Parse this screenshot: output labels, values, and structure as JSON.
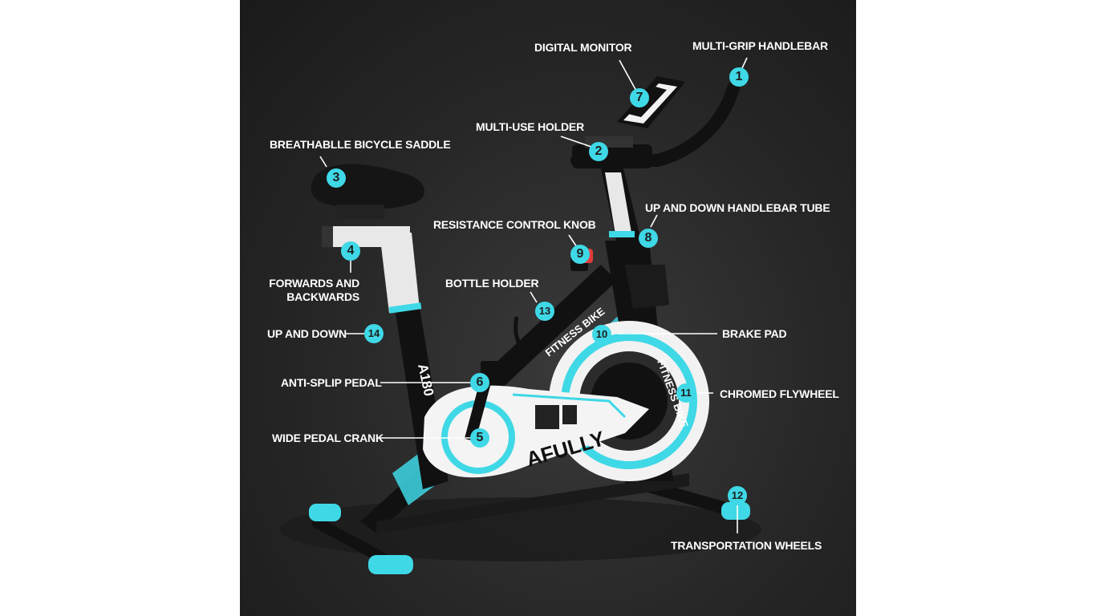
{
  "labels": {
    "digital_monitor": "DIGITAL MONITOR",
    "multi_grip_handlebar": "MULTI-GRIP HANDLEBAR",
    "multi_use_holder": "MULTI-USE HOLDER",
    "saddle": "BREATHABLLE BICYCLE SADDLE",
    "handlebar_tube": "UP AND DOWN HANDLEBAR TUBE",
    "resistance_knob": "RESISTANCE CONTROL KNOB",
    "forwards_line1": "FORWARDS AND",
    "forwards_line2": "BACKWARDS",
    "bottle_holder": "BOTTLE HOLDER",
    "up_and_down": "UP AND DOWN",
    "brake_pad": "BRAKE PAD",
    "anti_slip_pedal": "ANTI-SPLIP PEDAL",
    "chromed_flywheel": "CHROMED FLYWHEEL",
    "wide_pedal_crank": "WIDE PEDAL CRANK",
    "transportation_wheels": "TRANSPORTATION WHEELS"
  },
  "badges": {
    "b1": "1",
    "b2": "2",
    "b3": "3",
    "b4": "4",
    "b5": "5",
    "b6": "6",
    "b7": "7",
    "b8": "8",
    "b9": "9",
    "b10": "10",
    "b11": "11",
    "b12": "12",
    "b13": "13",
    "b14": "14"
  },
  "bike_text": {
    "model": "A180",
    "fitness_1": "FITNESS BIKE",
    "fitness_2": "FITNESS BIKE",
    "brand": "AFULLY"
  },
  "colors": {
    "accent": "#3fd8e6",
    "frame": "#111111",
    "background": "#262626"
  }
}
